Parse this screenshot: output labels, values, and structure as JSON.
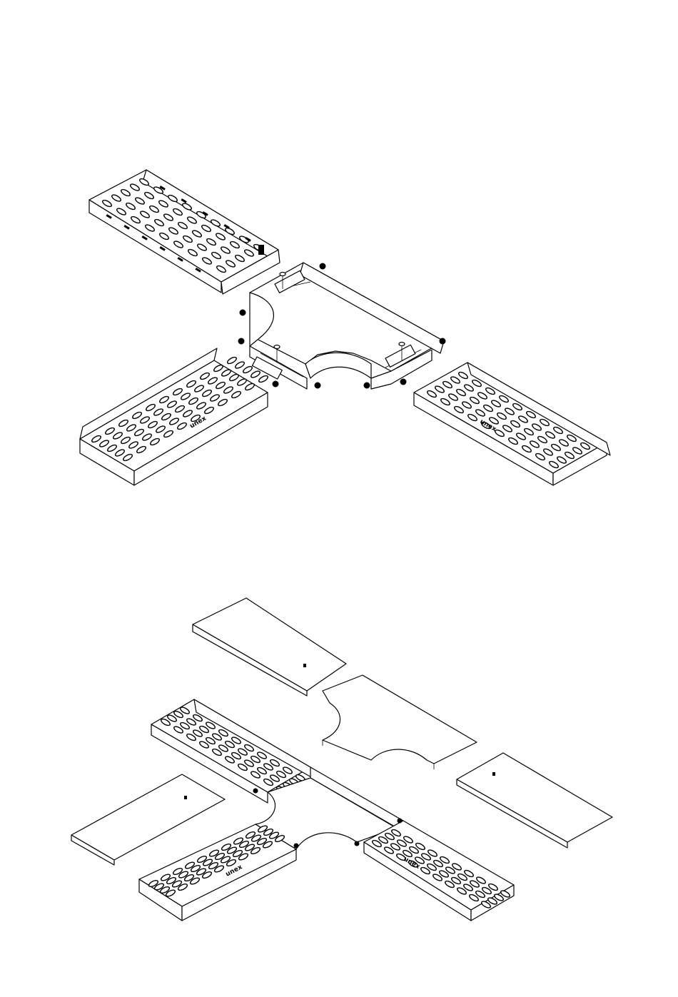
{
  "figure": {
    "tray_logo_text": "unex",
    "colors": {
      "line": "#000000",
      "background": "#ffffff"
    },
    "views": [
      {
        "name": "exploded-tee-assembly",
        "parts": [
          "tray-top-left",
          "tee-fitting",
          "tray-bottom-left",
          "tray-bottom-right",
          "bolts"
        ]
      },
      {
        "name": "assembled-tee-with-covers",
        "parts": [
          "cover-top",
          "tee-cover",
          "cover-right",
          "cover-left",
          "assembled-trays"
        ]
      }
    ]
  }
}
